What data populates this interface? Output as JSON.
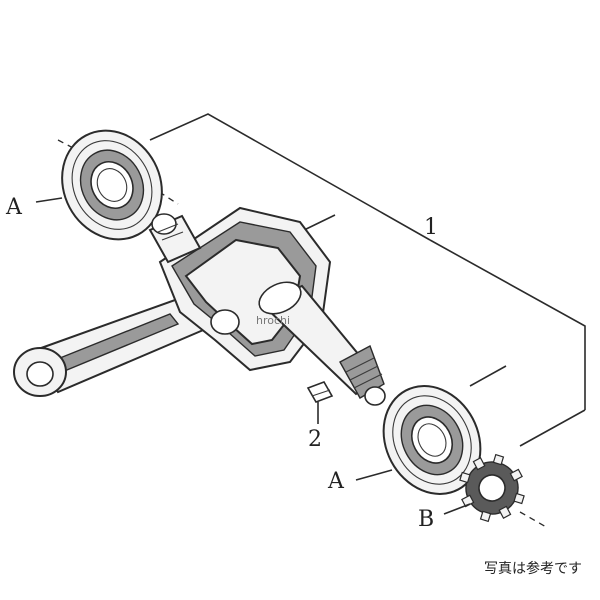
{
  "labels": {
    "part_1": "1",
    "part_2": "2",
    "bearing_upper": "A",
    "bearing_lower": "A",
    "sprocket": "B"
  },
  "watermark": "hrochi",
  "note": "写真は参考です"
}
